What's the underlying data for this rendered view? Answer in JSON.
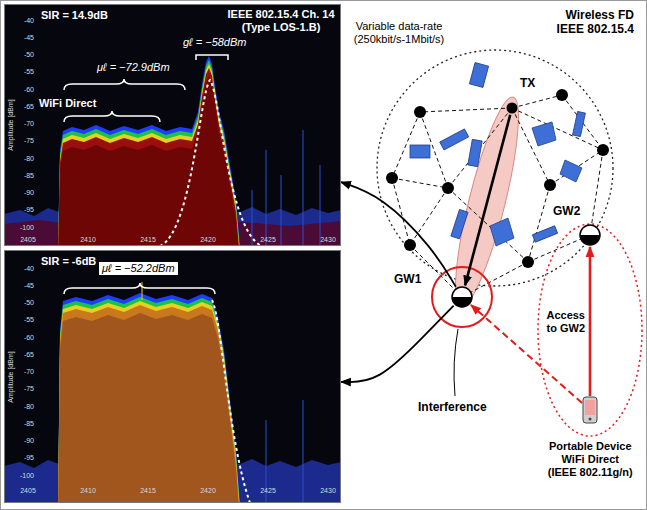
{
  "diagram": {
    "nodes": [
      {
        "text": [
          "SIR = 14.9dB",
          "IEEE 802.15.4 Ch. 14 (Type LOS-1.B)",
          "gℓ = −58dBm",
          "WiFi Direct",
          "μℓ = −72.9dBm"
        ]
      },
      {
        "text": [
          "SIR = -6dB",
          "μℓ = −52.2dBm"
        ]
      },
      {
        "text": [
          "TX"
        ]
      },
      {
        "text": [
          "GW1"
        ]
      },
      {
        "text": [
          "GW2"
        ]
      },
      {
        "text": [
          "Portable Device WiFi Direct (IEEE 802.11g/n)"
        ]
      }
    ],
    "edges": [
      {
        "from": 2,
        "to": 3,
        "arrow": "to"
      },
      {
        "from": 3,
        "to": 0,
        "arrow": "to"
      },
      {
        "from": 3,
        "to": 1,
        "arrow": "to"
      },
      {
        "from": 5,
        "to": 3,
        "arrow": "to"
      },
      {
        "from": 5,
        "to": 4,
        "arrow": "to",
        "label": "Access to GW2"
      }
    ],
    "labels": [
      "Wireless FD IEEE 802.15.4",
      "Variable data-rate (250kbit/s-1Mbit/s)",
      "Interference",
      "Amplitude [dBm]",
      "-40",
      "-45",
      "-50",
      "-55",
      "-60",
      "-65",
      "-70",
      "-75",
      "-80",
      "-85",
      "-90",
      "-95",
      "-100",
      "2405",
      "2410",
      "2415",
      "2420",
      "2425",
      "2430",
      "Amplitude [dBm]",
      "-40",
      "-45",
      "-50",
      "-55",
      "-60",
      "-65",
      "-70",
      "-75",
      "-80",
      "-85",
      "-90",
      "-95",
      "-100",
      "2405",
      "2410",
      "2415",
      "2420",
      "2425",
      "2430"
    ]
  }
}
